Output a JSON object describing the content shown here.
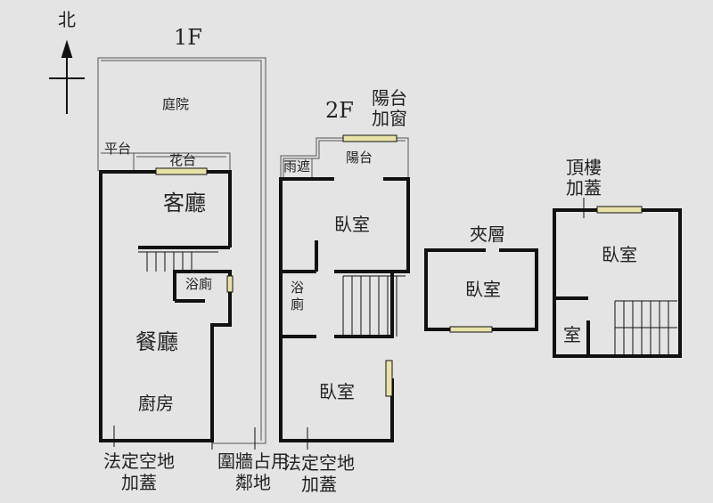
{
  "north": "北",
  "floor1": {
    "title": "1F",
    "courtyard": "庭院",
    "platform": "平台",
    "planter": "花台",
    "living_room": "客廳",
    "bathroom": "浴廁",
    "dining_room": "餐廳",
    "kitchen": "廚房",
    "note_left": [
      "法定空地",
      "加蓋"
    ],
    "note_right": [
      "圍牆占用",
      "鄰地"
    ]
  },
  "floor2": {
    "title": "2F",
    "balcony_window": [
      "陽台",
      "加窗"
    ],
    "canopy": "雨遮",
    "balcony": "陽台",
    "bedroom_top": "臥室",
    "bathroom": [
      "浴",
      "廁"
    ],
    "bedroom_bottom": "臥室",
    "note": [
      "法定空地",
      "加蓋"
    ]
  },
  "mezzanine": {
    "title": "夾層",
    "bedroom": "臥室"
  },
  "rooftop": {
    "title": [
      "頂樓",
      "加蓋"
    ],
    "bedroom": "臥室",
    "room": "室"
  },
  "colors": {
    "background": "#e4e4e4",
    "wall": "#111111",
    "window": "#e8e2a8"
  }
}
